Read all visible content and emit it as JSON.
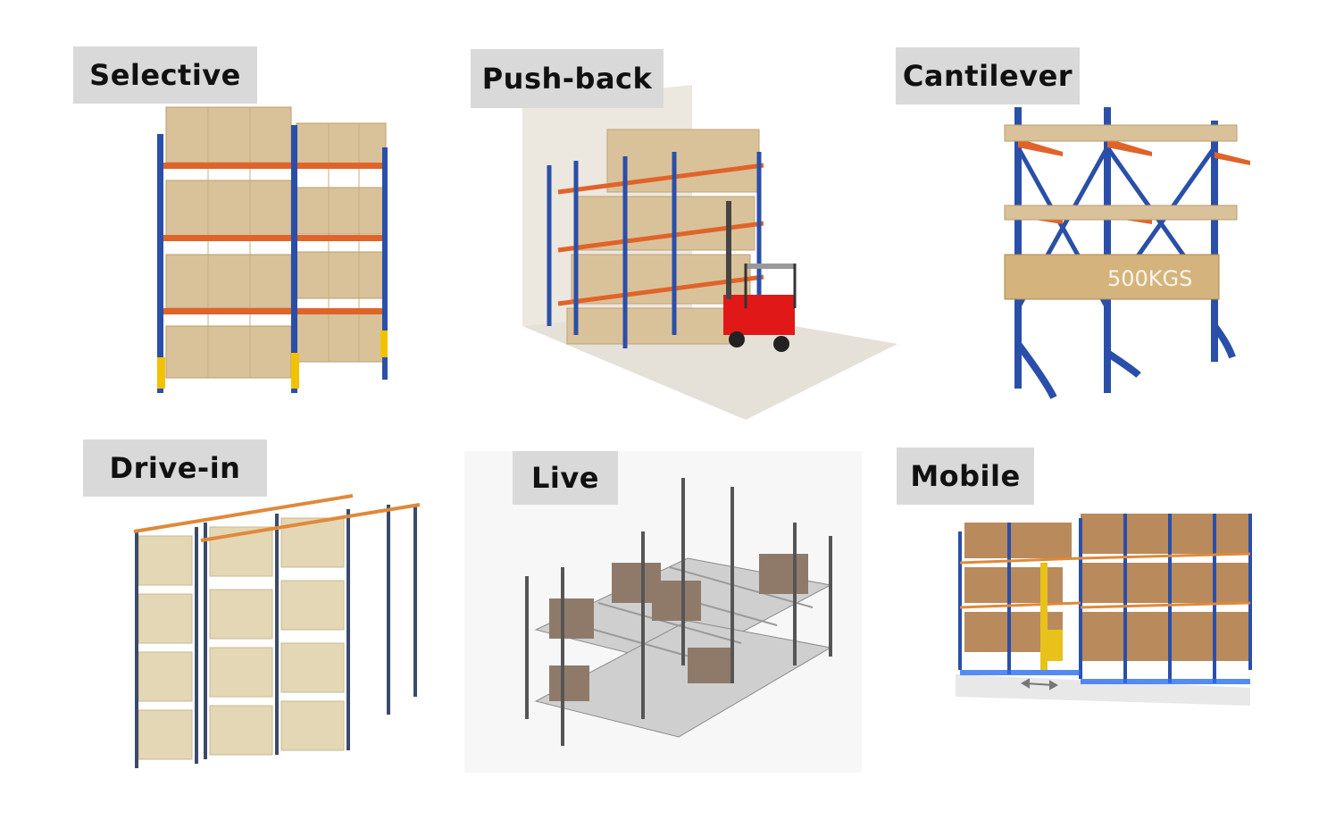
{
  "panels": [
    {
      "id": "selective",
      "label": "Selective"
    },
    {
      "id": "pushback",
      "label": "Push-back"
    },
    {
      "id": "cantilever",
      "label": "Cantilever",
      "load_marking": "500KGS"
    },
    {
      "id": "drivein",
      "label": "Drive-in"
    },
    {
      "id": "live",
      "label": "Live"
    },
    {
      "id": "mobile",
      "label": "Mobile"
    }
  ],
  "colors": {
    "upright_blue": "#2a4fa8",
    "beam_orange": "#e0632a",
    "box_tan": "#d9c29a",
    "live_box": "#8f7a6a",
    "forklift_red": "#e01818",
    "label_bg": "#d9d9d9"
  },
  "icons": [
    "forklift-icon",
    "reach-truck-icon",
    "arrow-double-icon"
  ]
}
